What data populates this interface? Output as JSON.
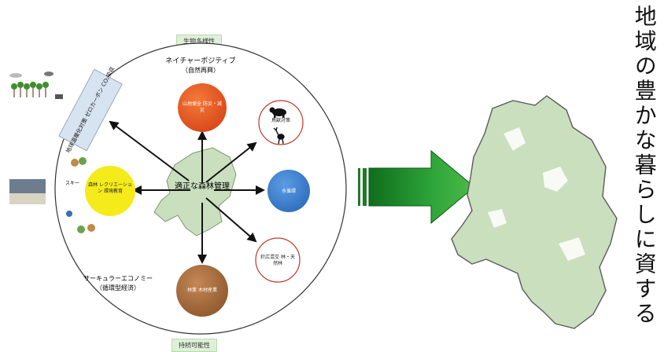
{
  "labels": {
    "biodiversity": "生物多様性",
    "sustainability": "持続可能性",
    "nature_positive": "ネイチャーポジティブ",
    "nature_restoration": "（自然再興）",
    "center": "適正な森林管理",
    "circular_economy": "サーキュラーエコノミー",
    "circular_economy_sub": "（循環型経済）",
    "climate_box": "地球温暖化対策 ゼロカーボン CO₂吸収",
    "ski": "スキー",
    "vertical_title": "地域の豊かな暮らしに資する"
  },
  "nodes": {
    "mountain": "山地保全 防災・減災",
    "wildlife": "鳥獣対策",
    "water": "水循環",
    "conifer": "針広混交 林・天然林",
    "forestry": "林業 木材産業",
    "recreation": "森林 レクリエーション 環境教育"
  },
  "colors": {
    "accent_green": "#2e9a2e",
    "orange": "#e8541c",
    "blue": "#3a7fd1",
    "yellow": "#f5eb1a",
    "brown": "#a4683a",
    "map_fill": "#c9dfbe"
  }
}
